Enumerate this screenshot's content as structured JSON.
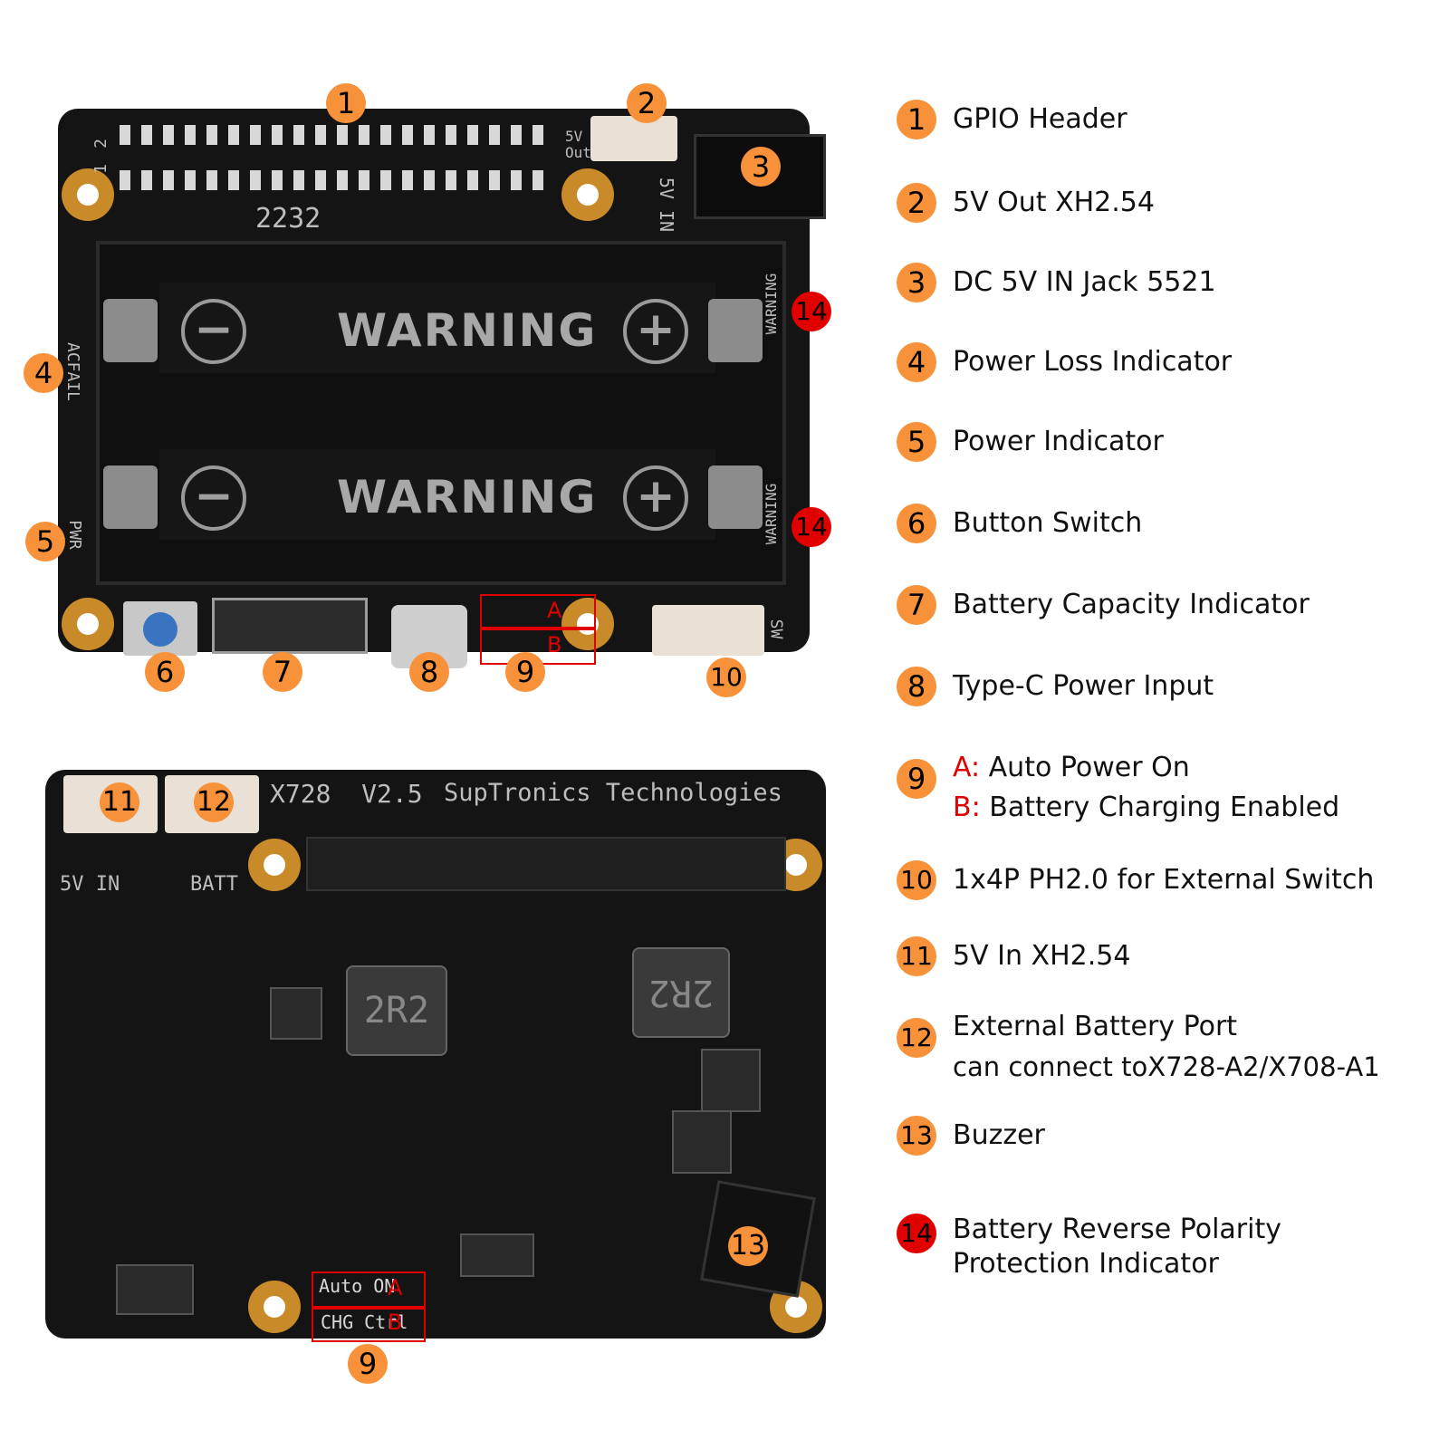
{
  "legend": [
    {
      "num": "1",
      "text": "GPIO Header"
    },
    {
      "num": "2",
      "text": "5V Out XH2.54"
    },
    {
      "num": "3",
      "text": "DC 5V IN Jack 5521"
    },
    {
      "num": "4",
      "text": "Power Loss Indicator"
    },
    {
      "num": "5",
      "text": "Power Indicator"
    },
    {
      "num": "6",
      "text": "Button Switch"
    },
    {
      "num": "7",
      "text": "Battery Capacity Indicator"
    },
    {
      "num": "8",
      "text": "Type-C Power Input"
    },
    {
      "num": "9",
      "a_letter": "A:",
      "a_text": "Auto Power On",
      "b_letter": "B:",
      "b_text": "Battery Charging Enabled"
    },
    {
      "num": "10",
      "text": "1x4P PH2.0 for External Switch"
    },
    {
      "num": "11",
      "text": "5V In XH2.54"
    },
    {
      "num": "12",
      "text": "External Battery Port",
      "text2": "can connect toX728-A2/X708-A1"
    },
    {
      "num": "13",
      "text": "Buzzer"
    },
    {
      "num": "14",
      "text": "Battery Reverse Polarity",
      "text2": "Protection Indicator"
    }
  ],
  "top_board": {
    "warning": "WARNING",
    "minus": "−",
    "plus": "+",
    "silk_2232": "2232",
    "silk_5v_out": "5V Out",
    "silk_5vin": "5V IN",
    "silk_acfail": "ACFAIL",
    "silk_pwr": "PWR",
    "silk_warning_small": "WARNING",
    "silk_sw": "SW",
    "silk_pin1": "1",
    "silk_pin2": "2",
    "silk_a": "A",
    "silk_b": "B"
  },
  "bottom_board": {
    "model": "X728  V2.5",
    "brand": "SupTronics Technologies",
    "silk_5vin": "5V IN",
    "silk_batt": "BATT",
    "auto_on": "Auto ON",
    "chg_ctrl": "CHG Ctrl",
    "silk_a": "A",
    "silk_b": "B",
    "inductor": "2R2"
  },
  "callouts": {
    "c1": "1",
    "c2": "2",
    "c3": "3",
    "c4": "4",
    "c5": "5",
    "c6": "6",
    "c7": "7",
    "c8": "8",
    "c9": "9",
    "c10": "10",
    "c11": "11",
    "c12": "12",
    "c13": "13",
    "c14": "14"
  }
}
